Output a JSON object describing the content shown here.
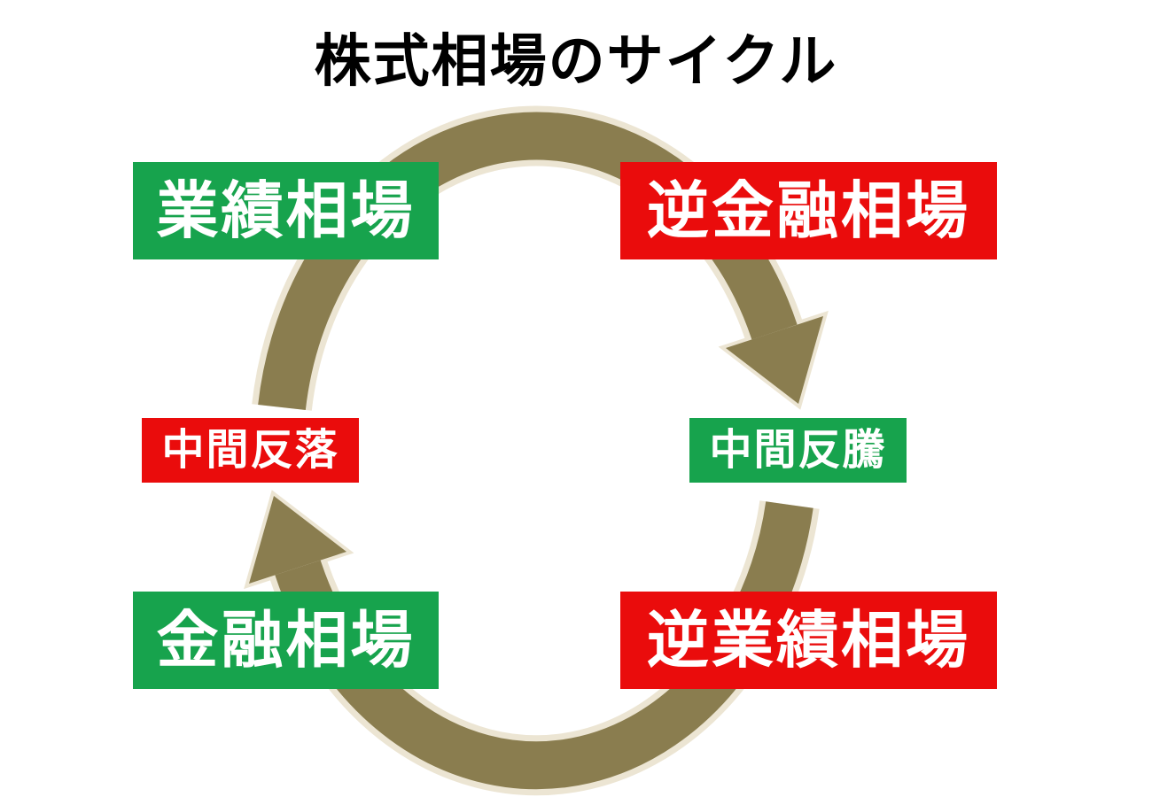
{
  "title": "株式相場のサイクル",
  "cycle": {
    "direction": "clockwise",
    "stages": [
      {
        "id": "gyoseki-soba",
        "label": "業績相場",
        "color_role": "green",
        "position": "top-left",
        "size": "large"
      },
      {
        "id": "gyaku-kinyu-soba",
        "label": "逆金融相場",
        "color_role": "red",
        "position": "top-right",
        "size": "large"
      },
      {
        "id": "chukan-hanraku",
        "label": "中間反落",
        "color_role": "red",
        "position": "middle-left",
        "size": "small"
      },
      {
        "id": "chukan-hanto",
        "label": "中間反騰",
        "color_role": "green",
        "position": "middle-right",
        "size": "small"
      },
      {
        "id": "kinyu-soba",
        "label": "金融相場",
        "color_role": "green",
        "position": "bottom-left",
        "size": "large"
      },
      {
        "id": "gyaku-gyoseki-soba",
        "label": "逆業績相場",
        "color_role": "red",
        "position": "bottom-right",
        "size": "large"
      }
    ]
  },
  "icons": {
    "cycle_arrow_down": "triangle-down",
    "cycle_arrow_up": "triangle-up"
  },
  "colors": {
    "green": "#17a34d",
    "red": "#ea0c0c",
    "arrow": "#8a7d4f",
    "arrow_outline": "#ece5d3",
    "label_text": "#ffffff",
    "title_text": "#000000",
    "background": "#ffffff"
  }
}
